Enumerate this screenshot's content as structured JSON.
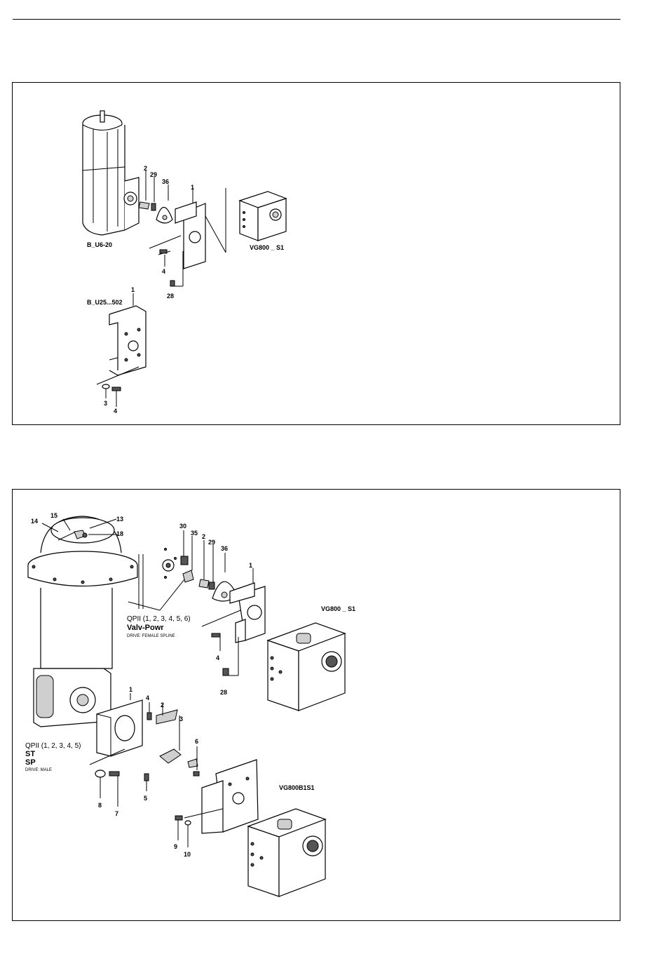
{
  "panel1": {
    "callouts": [
      "2",
      "29",
      "36",
      "1",
      "4",
      "28",
      "1",
      "3",
      "4"
    ],
    "labels": {
      "actuator": "B_U6-20",
      "valve_unit": "VG800 _ S1",
      "bracket": "B_U25...502"
    }
  },
  "panel2": {
    "callouts": [
      "14",
      "15",
      "13",
      "18",
      "30",
      "35",
      "2",
      "29",
      "36",
      "1",
      "4",
      "28",
      "1",
      "4",
      "2",
      "3",
      "6",
      "8",
      "7",
      "5",
      "9",
      "10"
    ],
    "labels": {
      "valve_unit_a": "VG800 _ S1",
      "valve_unit_b": "VG800B1S1",
      "qpii_upper_line1": "QPII (1, 2, 3, 4, 5, 6)",
      "qpii_upper_line2": "Valv-Powr",
      "qpii_upper_line3": "DRIVE: FEMALE SPLINE",
      "qpii_lower_line1": "QPII (1, 2, 3, 4, 5)",
      "qpii_lower_line2": "ST",
      "qpii_lower_line3": "SP",
      "qpii_lower_line4": "DRIVE: MALE"
    }
  }
}
